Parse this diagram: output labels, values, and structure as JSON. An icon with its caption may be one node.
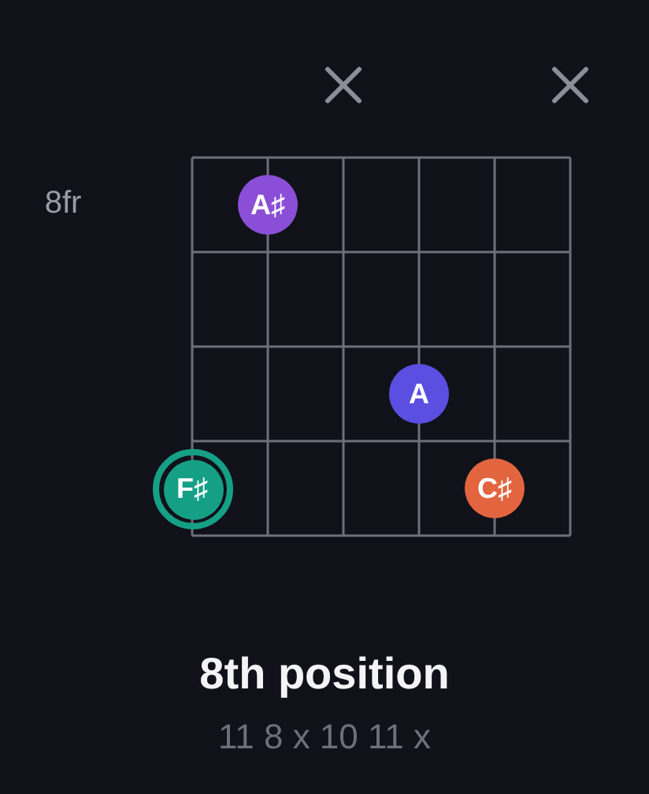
{
  "diagram": {
    "title": "8th position",
    "caption": "11 8 x 10 11 x",
    "nodes": [
      {
        "text": [
          "A♯"
        ]
      },
      {
        "text": [
          "A"
        ]
      },
      {
        "text": [
          "F♯"
        ]
      },
      {
        "text": [
          "C♯"
        ]
      }
    ],
    "labels": [
      "8fr"
    ]
  }
}
